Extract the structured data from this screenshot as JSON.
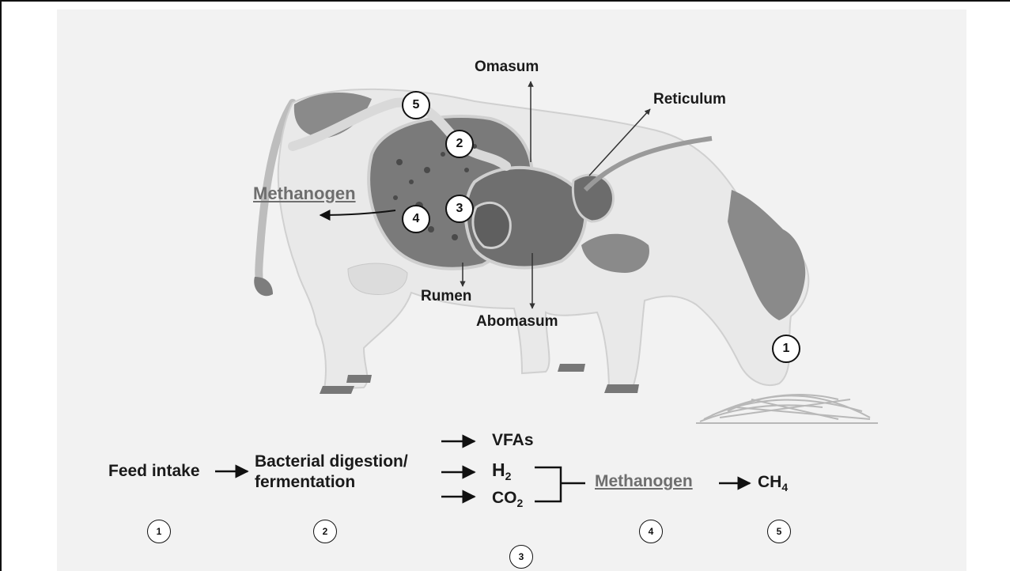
{
  "organs": {
    "omasum": "Omasum",
    "reticulum": "Reticulum",
    "methanogen": "Methanogen",
    "rumen": "Rumen",
    "abomasum": "Abomasum"
  },
  "markers": [
    "1",
    "2",
    "3",
    "4",
    "5"
  ],
  "flow": {
    "feed_intake": "Feed intake",
    "bacterial_line1": "Bacterial digestion/",
    "bacterial_line2": "fermentation",
    "vfas": "VFAs",
    "h2_base": "H",
    "h2_sub": "2",
    "co2_base": "CO",
    "co2_sub": "2",
    "methanogen": "Methanogen",
    "ch4_base": "CH",
    "ch4_sub": "4"
  },
  "colors": {
    "cow_body": "#e9e9e9",
    "cow_patch": "#8a8a8a",
    "digestive": "#7a7a7a",
    "panel": "#f2f2f2",
    "methanogen_text": "#6e6e6e"
  }
}
